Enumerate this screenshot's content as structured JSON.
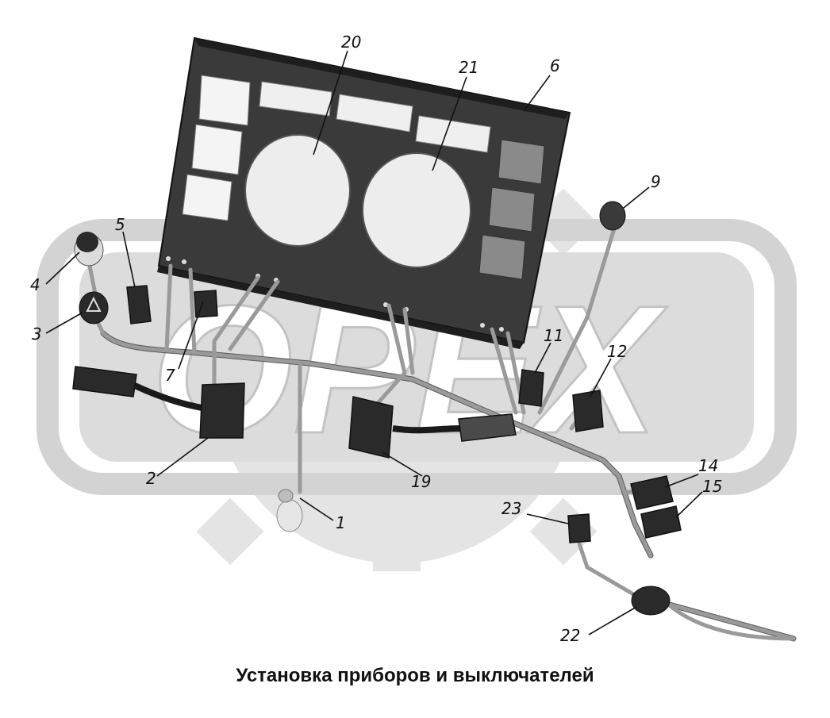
{
  "caption": "Установка приборов и выключателей",
  "watermark": "ОРЕХ",
  "callouts": {
    "c1": "1",
    "c2": "2",
    "c3": "3",
    "c4": "4",
    "c5": "5",
    "c6": "6",
    "c7": "7",
    "c9": "9",
    "c11": "11",
    "c12": "12",
    "c14": "14",
    "c15": "15",
    "c19": "19",
    "c20": "20",
    "c21": "21",
    "c22": "22",
    "c23": "23"
  },
  "colors": {
    "background": "#ffffff",
    "watermark_fill": "#d6d6d6",
    "panel": "#3a3a3a",
    "wire": "#9a9a9a",
    "text": "#111111"
  }
}
